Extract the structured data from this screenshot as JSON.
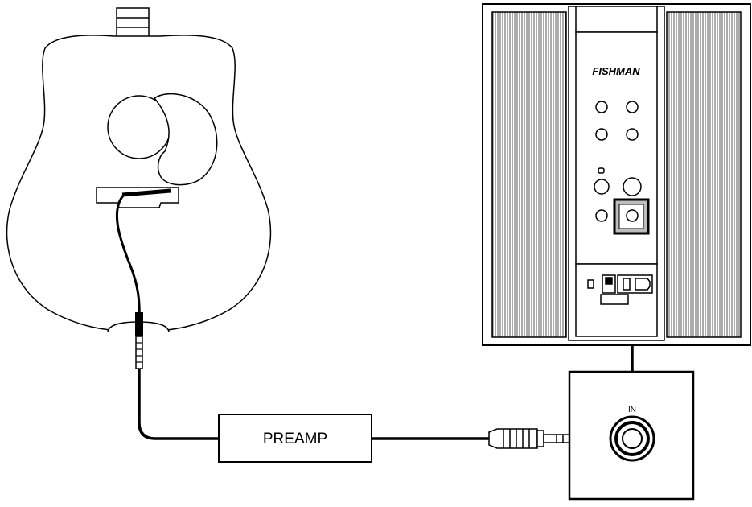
{
  "amp": {
    "brand": "FISHMAN",
    "input_label": "IN"
  },
  "preamp": {
    "label": "PREAMP"
  },
  "colors": {
    "line": "#000000",
    "background": "#ffffff",
    "grille": "#6a6a6a"
  }
}
